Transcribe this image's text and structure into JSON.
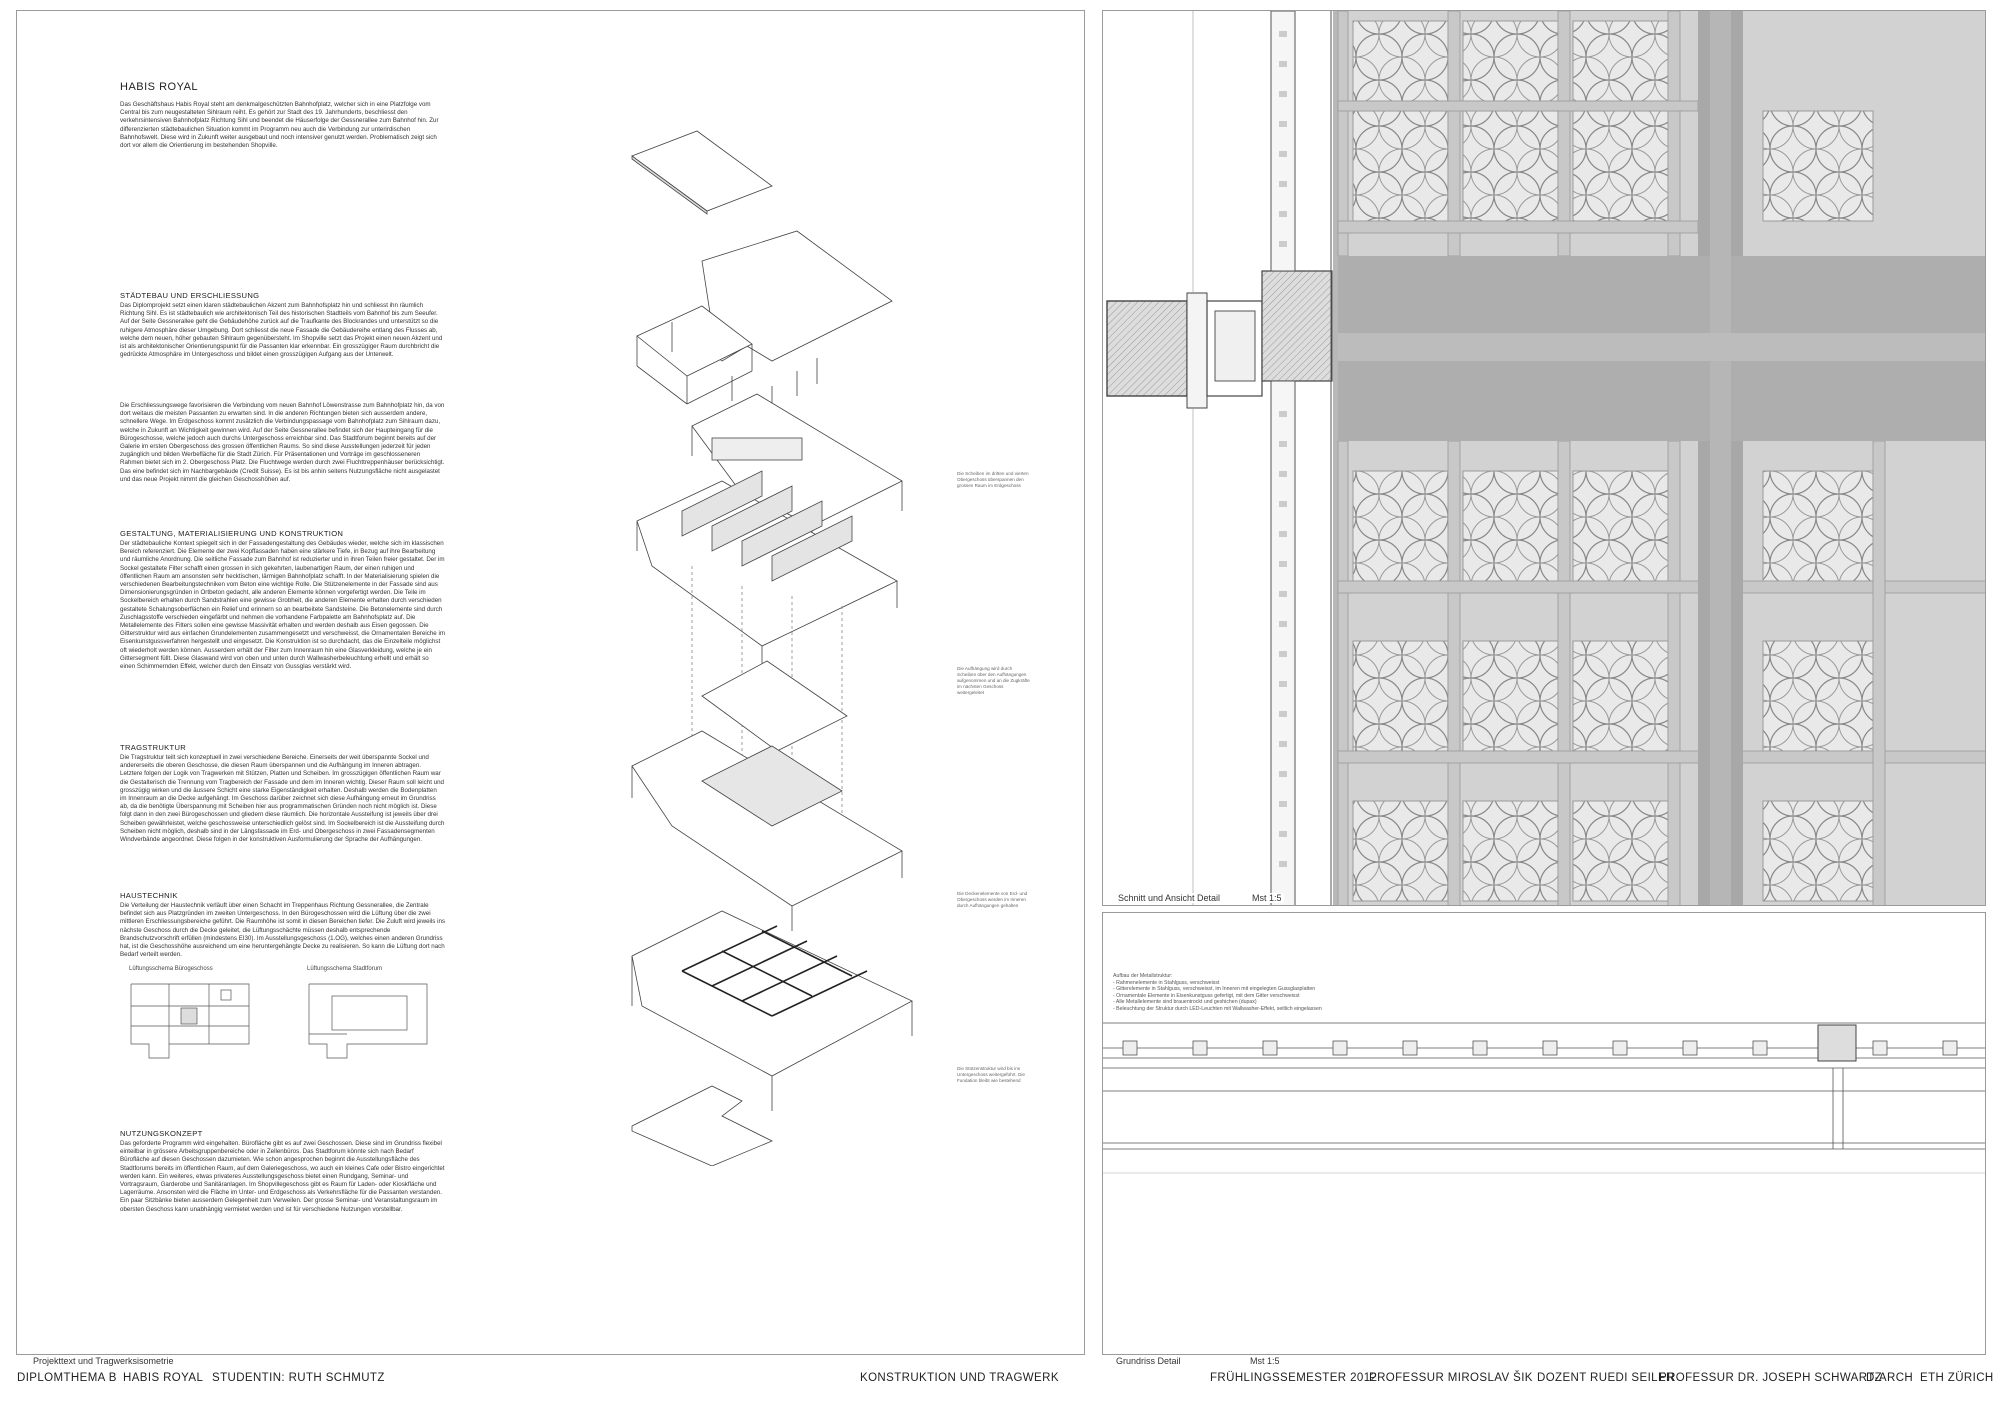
{
  "project": {
    "title": "HABIS ROYAL",
    "intro": "Das Geschäftshaus Habis Royal steht am denkmalgeschützten Bahnhofplatz, welcher sich in eine Platzfolge vom Central bis zum neugestalteten Sihlraum reiht. Es gehört zur Stadt des 19. Jahrhunderts, beschliesst den verkehrsintensiven Bahnhofplatz Richtung Sihl und beendet die Häuserfolge der Gessnerallee zum Bahnhof hin. Zur differenzierten städtebaulichen Situation kommt im Programm neu auch die Verbindung zur unterirdischen Bahnhofswelt. Diese wird in Zukunft weiter ausgebaut und noch intensiver genutzt werden. Problematisch zeigt sich dort vor allem die Orientierung im bestehenden Shopville."
  },
  "sections": [
    {
      "heading": "STÄDTEBAU UND ERSCHLIESSUNG",
      "body": "Das Diplomprojekt setzt einen klaren städtebaulichen Akzent zum Bahnhofsplatz hin und schliesst ihn räumlich Richtung Sihl. Es ist städtebaulich wie architektonisch Teil des historischen Stadtteils vom Bahnhof bis zum Seeufer. Auf der Seite Gessnerallee geht die Gebäudehöhe zurück auf die Traufkante des Blockrandes und unterstützt so die ruhigere Atmosphäre dieser Umgebung. Dort schliesst die neue Fassade die Gebäudereihe entlang des Flusses ab, welche dem neuen, höher gebauten Sihlraum gegenübersteht. Im Shopville setzt das Projekt einen neuen Akzent und ist als architektonischer Orientierungspunkt für die Passanten klar erkennbar. Ein grosszügiger Raum durchbricht die gedrückte Atmosphäre im Untergeschoss und bildet einen grosszügigen Aufgang aus der Unterwelt."
    },
    {
      "heading": "",
      "body": "Die Erschliessungswege favorisieren die Verbindung vom neuen Bahnhof Löwenstrasse zum Bahnhofplatz hin, da von dort weitaus die meisten Passanten zu erwarten sind. In die anderen Richtungen bieten sich ausserdem andere, schnellere Wege. Im Erdgeschoss kommt zusätzlich die Verbindungspassage vom Bahnhofplatz zum Sihlraum dazu, welche in Zukunft an Wichtigkeit gewinnen wird. Auf der Seite Gessnerallee befindet sich der Haupteingang für die Bürogeschosse, welche jedoch auch durchs Untergeschoss erreichbar sind. Das Stadtforum beginnt bereits auf der Galerie im ersten Obergeschoss des grossen öffentlichen Raums. So sind diese Ausstellungen jederzeit für jeden zugänglich und bilden Werbefläche für die Stadt Zürich. Für Präsentationen und Vorträge im geschlosseneren Rahmen bietet sich im 2. Obergeschoss Platz. Die Fluchtwege werden durch zwei Fluchttreppenhäuser berücksichtigt. Das eine befindet sich im Nachbargebäude (Credit Suisse). Es ist bis anhin seitens Nutzungsfläche nicht ausgelastet und das neue Projekt nimmt die gleichen Geschosshöhen auf."
    },
    {
      "heading": "GESTALTUNG, MATERIALISIERUNG UND KONSTRUKTION",
      "body": "Der städtebauliche Kontext spiegelt sich in der Fassadengestaltung des Gebäudes wieder, welche sich im klassischen Bereich referenziert. Die Elemente der zwei Kopffassaden haben eine stärkere Tiefe, in Bezug auf ihre Bearbeitung und räumliche Anordnung. Die seitliche Fassade zum Bahnhof ist reduzierter und in ihren Teilen freier gestaltet. Der im Sockel gestaltete Filter schafft einen grossen in sich gekehrten, laubenartigen Raum, der einen ruhigen und öffentlichen Raum am ansonsten sehr hecktischen, lärmigen Bahnhofplatz schafft. In der Materialisierung spielen die verschiedenen Bearbeitungstechniken vom Beton eine wichtige Rolle. Die Stützenelemente in der Fassade sind aus Dimensionierungsgründen in Ortbeton gedacht, alle anderen Elemente können vorgefertigt werden. Die Teile im Sockelbereich erhalten durch Sandstrahlen eine gewisse Grobheit, die anderen Elemente erhalten durch verschieden gestaltete Schalungsoberflächen ein Relief und erinnern so an bearbeitete Sandsteine. Die Betonelemente sind durch Zuschlagsstoffe verschieden eingefärbt und nehmen die vorhandene Farbpalette am Bahnhofsplatz auf. Die Metallelemente des Filters sollen eine gewisse Massivität erhalten und werden deshalb aus Eisen gegossen. Die Gitterstruktur wird aus einfachen Grundelementen zusammengesetzt und verschweisst, die Ornamentalen Bereiche im Eisenkunstgussverfahren hergestellt und eingesetzt. Die Konstruktion ist so durchdacht, das die Einzelteile möglichst oft wiederholt werden können. Ausserdem erhält der Filter zum Innenraum hin eine Glasverkleidung, welche je ein Gittersegment füllt. Diese Glaswand wird von oben und unten durch Wallwasherbeleuchtung erhellt und erhält so einen Schimmernden Effekt, welcher durch den Einsatz von Gussglas verstärkt wird."
    },
    {
      "heading": "TRAGSTRUKTUR",
      "body": "Die Tragstruktur teilt sich konzeptuell in zwei verschiedene Bereiche. Einerseits der weit überspannte Sockel und andererseits die oberen Geschosse, die diesen Raum überspannen und die Aufhängung im Inneren abtragen. Letztere folgen der Logik von Tragwerken mit Stützen, Platten und Scheiben. Im grosszügigen öffentlichen Raum war die Gestalterisch die Trennung vom Tragbereich der Fassade und dem im Inneren wichtig. Dieser Raum soll leicht und grosszügig wirken und die äussere Schicht eine starke Eigenständigkeit erhalten. Deshalb werden die Bodenplatten im Innenraum an die Decke aufgehängt. Im Geschoss darüber zeichnet sich diese Aufhängung erneut im Grundriss ab, da die benötigte Überspannung mit Scheiben hier aus programmatischen Gründen noch nicht möglich ist. Diese folgt dann in den zwei Bürogeschossen und gliedern diese räumlich. Die horizontale Aussteifung ist jeweils über drei Scheiben gewährleistet, welche geschossweise unterschiedlich gelöst sind. Im Sockelbereich ist die Aussteifung durch Scheiben nicht möglich, deshalb sind in der Längsfassade im Erd- und Obergeschoss in zwei Fassadensegmenten Windverbände angeordnet. Diese folgen in der konstruktiven Ausformulierung der Sprache der Aufhängungen."
    },
    {
      "heading": "HAUSTECHNIK",
      "body": "Die Verteilung der Haustechnik verläuft über einen Schacht im Treppenhaus Richtung Gessnerallee, die Zentrale befindet sich aus Platzgründen im zweiten Untergeschoss. In den Bürogeschossen wird die Lüftung über die zwei mittleren Erschliessungsbereiche geführt. Die Raumhöhe ist somit in diesen Bereichen tiefer. Die Zuluft wird jeweils ins nächste Geschoss durch die Decke geleitet, die Lüftungsschächte müssen deshalb entsprechende Brandschutzvorschrift erfüllen (mindestens EI30). Im Ausstellungsgeschoss (1.OG), welches einen anderen Grundriss hat, ist die Geschosshöhe ausreichend um eine heruntergehängte Decke zu realisieren. So kann die Lüftung dort nach Bedarf verteilt werden."
    },
    {
      "heading": "NUTZUNGSKONZEPT",
      "body": "Das geforderte Programm wird eingehalten. Bürofläche gibt es auf zwei Geschossen. Diese sind im Grundriss flexibel einteilbar in grössere Arbeitsgruppenbereiche oder in Zellenbüros. Das Stadtforum könnte sich nach Bedarf Bürofläche auf diesen Geschossen dazumieten. Wie schon angesprochen beginnt die Ausstellungsfläche des Stadtforums bereits im öffentlichen Raum, auf dem Galeriegeschoss, wo auch ein kleines Cafe oder Bistro eingerichtet werden kann. Ein weiteres, etwas privateres Ausstellungsgeschoss bietet einen Rundgang, Seminar- und Vortragsraum, Garderobe und Sanitäranlagen. Im Shopvillegeschoss gibt es Raum für Laden- oder Kioskfläche und Lagerräume. Ansonsten wird die Fläche im Unter- und Erdgeschoss als Verkehrsfläche für die Passanten verstanden. Ein paar Sitzbänke bieten ausserdem Gelegenheit zum Verweilen. Der grosse Seminar- und Veranstaltungsraum im obersten Geschoss kann unabhängig vermietet werden und ist für verschiedene Nutzungen vorstellbar."
    }
  ],
  "small_plans": {
    "left_caption": "Lüftungsschema Bürogeschoss",
    "right_caption": "Lüftungsschema Stadtforum"
  },
  "annotations": [
    "Die Scheiben im dritten und vierten Obergeschoss überspannen den grossen Raum im Erdgeschoss",
    "Die Aufhängung wird durch Scheiben über den Aufhängungen aufgenommen und an die Zugkräfte im nächsten Geschoss weitergeleitet",
    "Die Deckenelemente von Erd- und Obergeschoss werden im Inneren durch Aufhängungen gehalten",
    "Die Stützenstruktur wird bis ins Untergeschoss weitergeführt. Die Fundation bleibt wie bestehend"
  ],
  "captions": {
    "left_sheet": "Projekttext und Tragwerksisometrie",
    "detail_section": "Schnitt und Ansicht Detail",
    "detail_section_scale": "Mst 1:5",
    "detail_plan": "Grundriss Detail",
    "detail_plan_scale": "Mst 1:5"
  },
  "detail_notes": [
    "Aufbau der Metallstruktur:",
    "- Rahmenelemente in Stahlguss, verschweisst",
    "- Gitterelemente in Stahlguss, verschweisst, im Inneren mit eingelegten Gussglasplatten",
    "- Ornamentale Elemente in Eisenkunstguss gefertigt, mit dem Gitter verschweisst",
    "- Alle Metallelemente sind brauentrockt und geshichen (dupax)",
    "- Beleuchtung der Struktur durch LED-Leuchten mit Wallwasher-Effekt, seitlich eingelassen"
  ],
  "footer": {
    "left": [
      "DIPLOMTHEMA B",
      "HABIS ROYAL",
      "STUDENTIN: RUTH SCHMUTZ"
    ],
    "center": "KONSTRUKTION UND TRAGWERK",
    "right": [
      "FRÜHLINGSSEMESTER 2012",
      "PROFESSUR MIROSLAV ŠIK",
      "DOZENT RUEDI SEILER",
      "PROFESSUR DR. JOSEPH SCHWARTZ",
      "D-ARCH",
      "ETH ZÜRICH"
    ]
  }
}
